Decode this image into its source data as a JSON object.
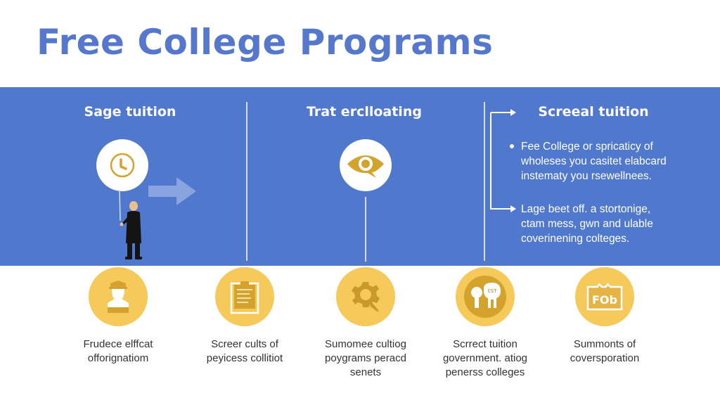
{
  "header": {
    "title": "Free College Programs"
  },
  "colors": {
    "title": "#5578cc",
    "band_background": "#5078cc",
    "accent_gold": "#f5c95a",
    "icon_gold_dark": "#d4a32e",
    "caption_text": "#333333"
  },
  "band": {
    "columns": [
      {
        "heading": "Sage tuition",
        "icon": "clock-icon",
        "illustration": "person-holding-balloon",
        "arrow": "right-arrow-icon"
      },
      {
        "heading": "Trat erclloating",
        "icon": "eye-speech-icon"
      },
      {
        "heading": "Screeal tuition",
        "bullets": [
          {
            "marker": "dot",
            "lines": [
              "Fee College or spricaticy of",
              "wholeses you casitet elabcard",
              "instematy you rsewellnees."
            ]
          },
          {
            "marker": "arrow",
            "lines": [
              "Lage beet off. a stortonige,",
              "ctam mess, gwn and ulable",
              "coverinening colteges."
            ]
          }
        ]
      }
    ]
  },
  "features": [
    {
      "icon": "graduate-person-icon",
      "lines": [
        "Frudece elffcat",
        "offorignatiom"
      ]
    },
    {
      "icon": "clipboard-icon",
      "lines": [
        "Screer cults of",
        "peyicess collitiot"
      ]
    },
    {
      "icon": "gear-search-icon",
      "lines": [
        "Sumomee cultiog",
        "poygrams peracd",
        "senets"
      ]
    },
    {
      "icon": "key-label-icon",
      "icon_text": "CST",
      "lines": [
        "Scrrect tuition",
        "government. atiog",
        "penerss colleges"
      ]
    },
    {
      "icon": "notebook-fob-icon",
      "icon_text": "FOb",
      "lines": [
        "Summonts of",
        "coversporation"
      ]
    }
  ]
}
